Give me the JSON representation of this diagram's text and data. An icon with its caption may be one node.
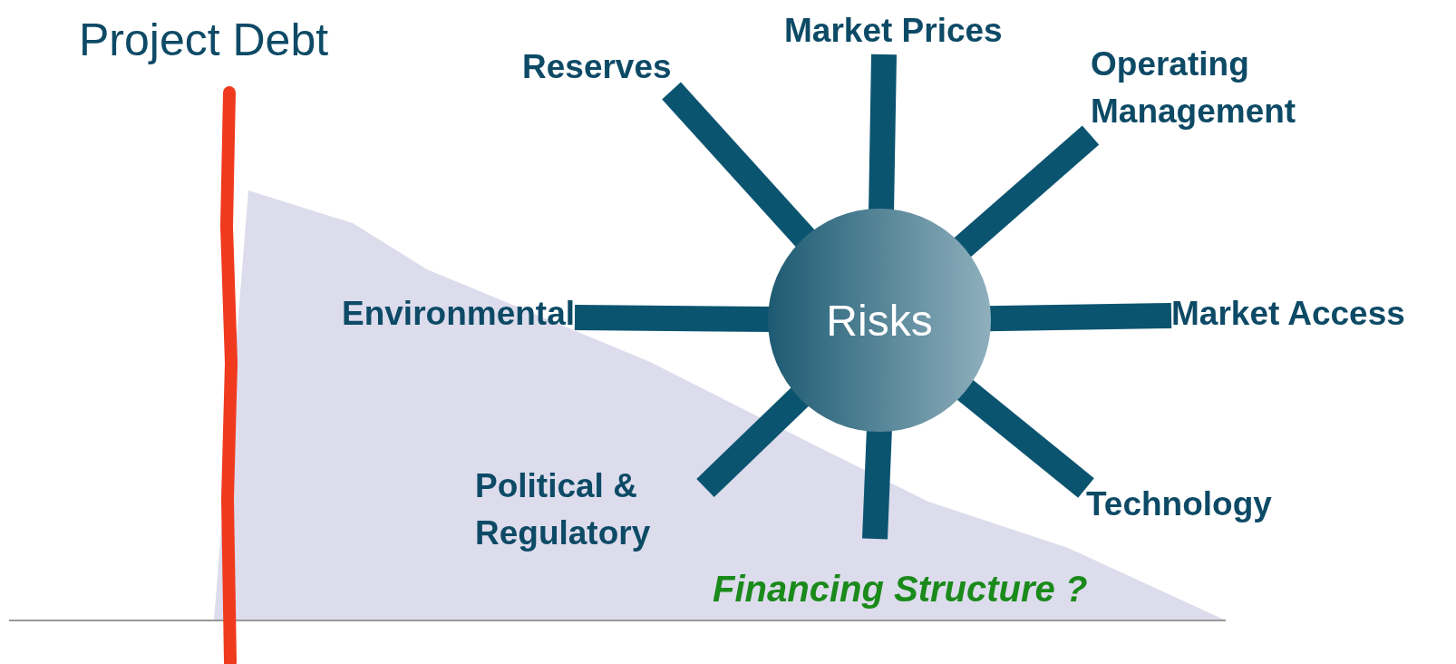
{
  "diagram": {
    "nodes": [
      {
        "text": [
          "Risks"
        ]
      },
      {
        "text": [
          "Market Prices"
        ]
      },
      {
        "text": [
          "Reserves"
        ]
      },
      {
        "text": [
          "Operating Management"
        ]
      },
      {
        "text": [
          "Environmental"
        ]
      },
      {
        "text": [
          "Market Access"
        ]
      },
      {
        "text": [
          "Political & Regulatory"
        ]
      },
      {
        "text": [
          "Technology"
        ]
      }
    ],
    "edges": [
      {
        "from": 0,
        "to": 1,
        "arrow": "none"
      },
      {
        "from": 0,
        "to": 2,
        "arrow": "none"
      },
      {
        "from": 0,
        "to": 3,
        "arrow": "none"
      },
      {
        "from": 0,
        "to": 4,
        "arrow": "none"
      },
      {
        "from": 0,
        "to": 5,
        "arrow": "none"
      },
      {
        "from": 0,
        "to": 6,
        "arrow": "none"
      },
      {
        "from": 0,
        "to": 7,
        "arrow": "none"
      }
    ],
    "labels": [
      "Project Debt",
      "Financing Structure ?"
    ]
  }
}
